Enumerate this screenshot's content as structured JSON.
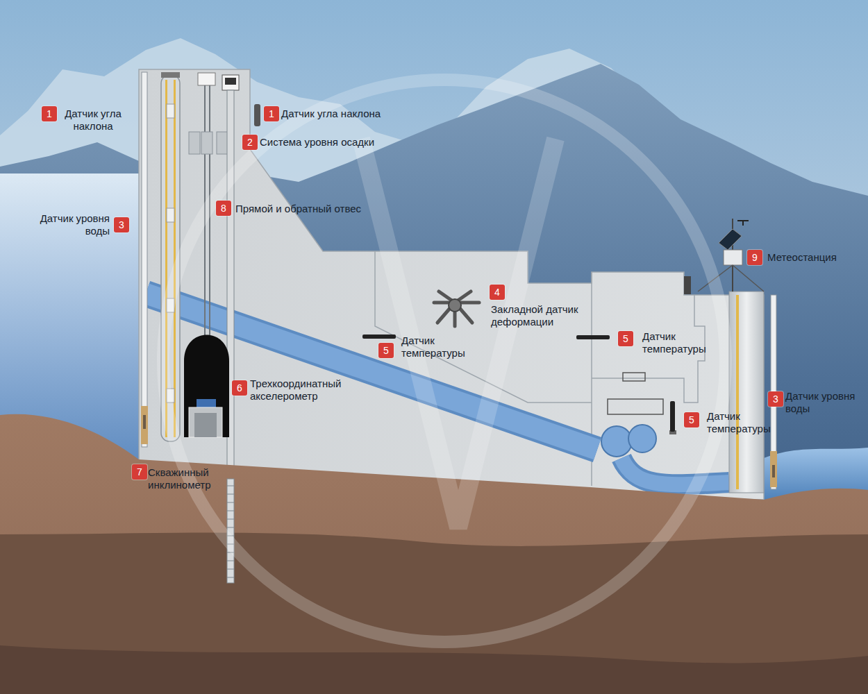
{
  "diagram": {
    "nodes": [
      {
        "text": [
          "1",
          "Датчик угла наклона"
        ]
      },
      {
        "text": [
          "1",
          "Датчик угла наклона"
        ]
      },
      {
        "text": [
          "2",
          "Система уровня осадки"
        ]
      },
      {
        "text": [
          "3",
          "Датчик уровня воды"
        ]
      },
      {
        "text": [
          "8",
          "Прямой и обратный отвес"
        ]
      },
      {
        "text": [
          "9",
          "Метеостанция"
        ]
      },
      {
        "text": [
          "4",
          "Закладной датчик деформации"
        ]
      },
      {
        "text": [
          "5",
          "Датчик температуры"
        ]
      },
      {
        "text": [
          "5",
          "Датчик температуры"
        ]
      },
      {
        "text": [
          "6",
          "Трехкоординатный акселерометр"
        ]
      },
      {
        "text": [
          "3",
          "Датчик уровня воды"
        ]
      },
      {
        "text": [
          "5",
          "Датчик температуры"
        ]
      },
      {
        "text": [
          "7",
          "Скважинный инклинометр"
        ]
      }
    ]
  }
}
